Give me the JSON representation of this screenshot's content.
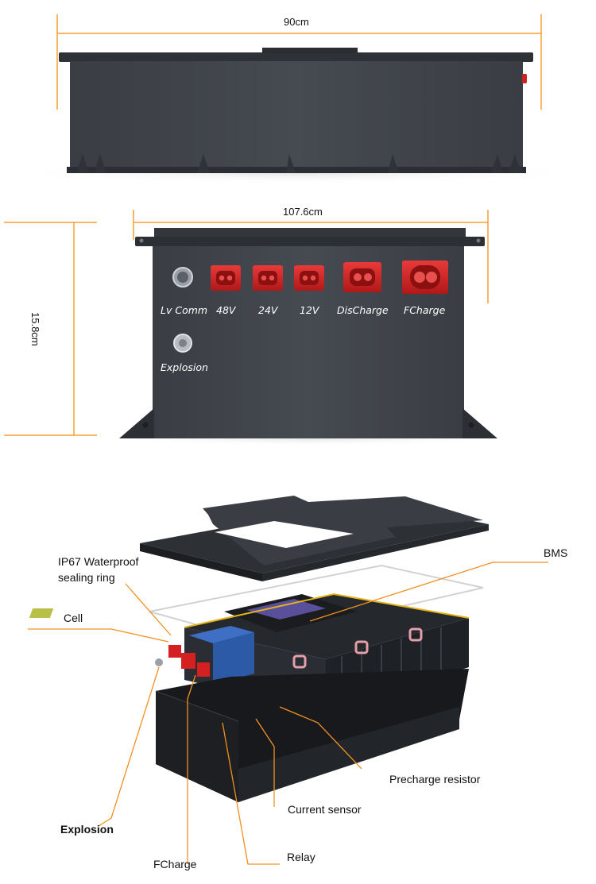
{
  "dimensions": {
    "width": "90cm",
    "length": "107.6cm",
    "height": "15.8cm"
  },
  "ports": {
    "lv_comm": "Lv Comm",
    "v48": "48V",
    "v24": "24V",
    "v12": "12V",
    "discharge": "DisCharge",
    "fcharge": "FCharge",
    "explosion": "Explosion"
  },
  "callouts": {
    "ip67_line1": "IP67 Waterproof",
    "ip67_line2": "sealing ring",
    "bms": "BMS",
    "cell": "Cell",
    "precharge": "Precharge resistor",
    "current_sensor": "Current sensor",
    "explosion": "Explosion",
    "relay": "Relay",
    "fcharge": "FCharge"
  },
  "colors": {
    "dimension_line": "#f5a030",
    "callout_line": "#f09020",
    "casing": "#3d4147",
    "port_red": "#d42020"
  }
}
